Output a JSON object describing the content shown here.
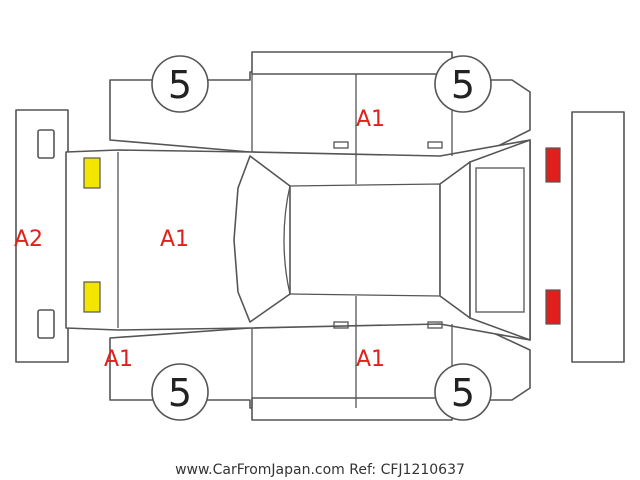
{
  "colors": {
    "outline": "#555555",
    "damage_text": "#e0201c",
    "front_lamp": "#f2e600",
    "rear_lamp": "#e0201c"
  },
  "damage_marks": {
    "rear_bumper": "A2",
    "hood": "A1",
    "front_fender_left": "A1",
    "door_right": "A1",
    "door_left": "A1"
  },
  "tire_marks": {
    "front_right": "5",
    "rear_right": "5",
    "front_left": "5",
    "rear_left": "5"
  },
  "credit": "www.CarFromJapan.com Ref: CFJ1210637"
}
